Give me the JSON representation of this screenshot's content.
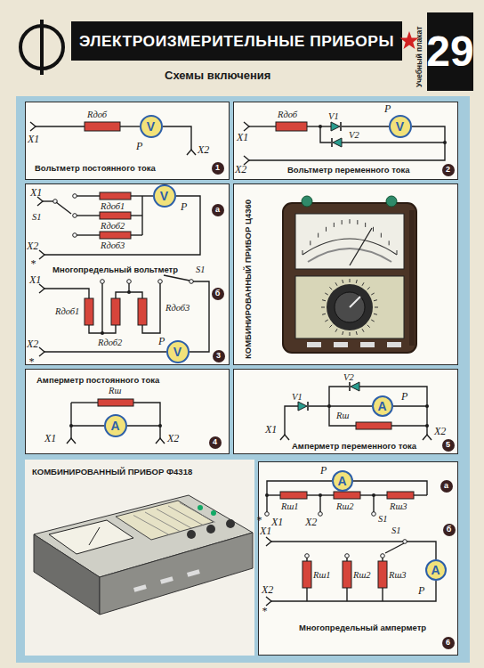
{
  "diagram": {
    "title": "ЭЛЕКТРОИЗМЕРИТЕЛЬНЫЕ ПРИБОРЫ",
    "nodes": [
      {
        "text": [
          "29"
        ]
      },
      {
        "text": [
          "Вольтметр постоянного тока"
        ]
      },
      {
        "text": [
          "V"
        ],
        "in": 1
      },
      {
        "text": [
          "1"
        ],
        "in": 1
      },
      {
        "text": [
          "Вольтметр переменного тока"
        ]
      },
      {
        "text": [
          "V"
        ],
        "in": 4
      },
      {
        "text": [
          "2"
        ],
        "in": 4
      },
      {
        "text": [
          "Многопредельный вольтметр"
        ]
      },
      {
        "text": [
          "V"
        ],
        "in": 7
      },
      {
        "text": [
          "а"
        ],
        "in": 7
      },
      {
        "text": [
          "V"
        ],
        "in": 7
      },
      {
        "text": [
          "б"
        ],
        "in": 7
      },
      {
        "text": [
          "3"
        ],
        "in": 7
      },
      {
        "text": [
          "КОМБИНИРОВАННЫЙ ПРИБОР Ц4360"
        ]
      },
      {
        "text": [
          "Амперметр постоянного тока"
        ]
      },
      {
        "text": [
          "A"
        ],
        "in": 14
      },
      {
        "text": [
          "4"
        ],
        "in": 14
      },
      {
        "text": [
          "Амперметр переменного тока"
        ]
      },
      {
        "text": [
          "A"
        ],
        "in": 17
      },
      {
        "text": [
          "5"
        ],
        "in": 17
      },
      {
        "text": [
          "Многопредельный амперметр"
        ]
      },
      {
        "text": [
          "A"
        ],
        "in": 20
      },
      {
        "text": [
          "а"
        ],
        "in": 20
      },
      {
        "text": [
          "A"
        ],
        "in": 20
      },
      {
        "text": [
          "б"
        ],
        "in": 20
      },
      {
        "text": [
          "6"
        ],
        "in": 20
      }
    ],
    "labels": [
      "Учебный плакат",
      "Схемы включения",
      "КОМБИНИРОВАННЫЙ ПРИБОР Ф4318",
      "X1",
      "Rдоб",
      "P",
      "X2",
      "X1",
      "Rдоб",
      "V1",
      "P",
      "V2",
      "X2",
      "X1",
      "S1",
      "Rдоб1",
      "Rдоб2",
      "Rдоб3",
      "P",
      "X2",
      "*",
      "X1",
      "S1",
      "Rдоб1",
      "Rдоб2",
      "Rдоб3",
      "X2",
      "*",
      "P",
      "Rш",
      "X1",
      "X2",
      "V1",
      "V2",
      "P",
      "X1",
      "Rш",
      "X2",
      "P",
      "Rш1",
      "Rш2",
      "Rш3",
      "*",
      "X1",
      "X2",
      "S1",
      "X1",
      "S1",
      "Rш1",
      "Rш2",
      "Rш3",
      "P",
      "X2",
      "*"
    ]
  }
}
